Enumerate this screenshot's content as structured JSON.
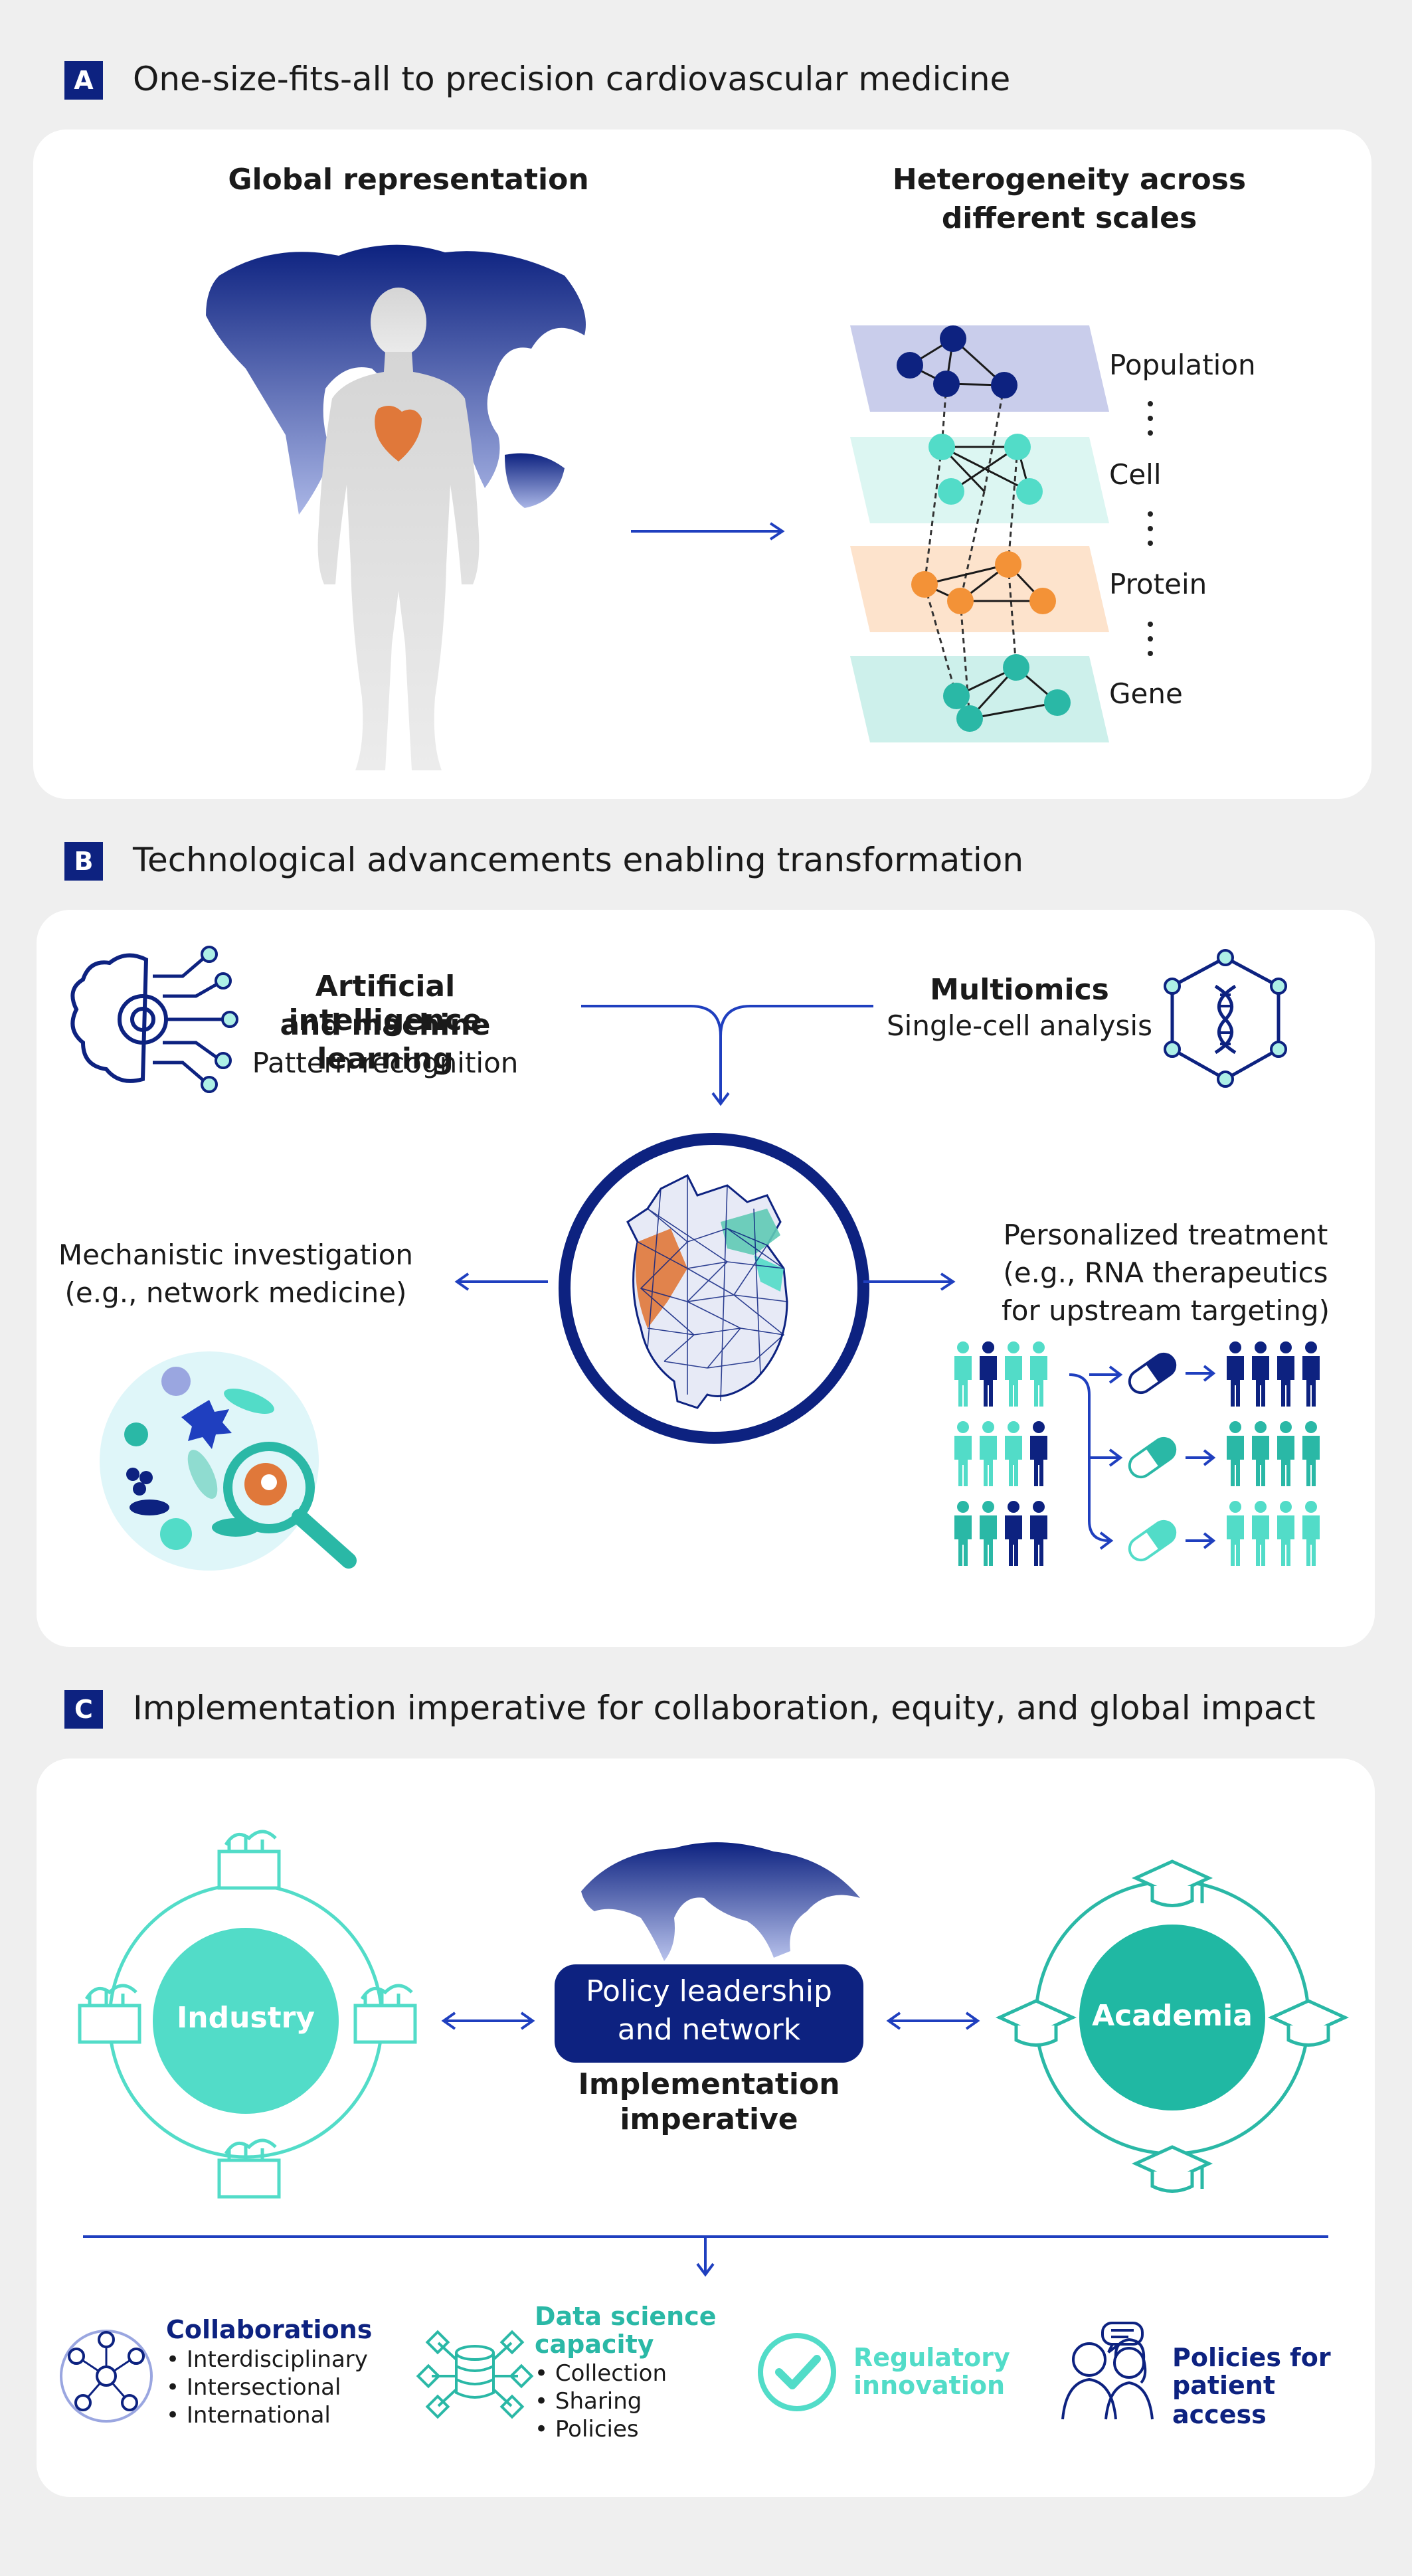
{
  "sections": {
    "a": {
      "badge": "A",
      "title": "One-size-fits-all to precision cardiovascular medicine",
      "global_label": "Global representation",
      "hetero_label_1": "Heterogeneity across",
      "hetero_label_2": "different scales",
      "layers": [
        "Population",
        "Cell",
        "Protein",
        "Gene"
      ]
    },
    "b": {
      "badge": "B",
      "title": "Technological advancements enabling transformation",
      "ai_title_1": "Artificial intelligence",
      "ai_title_2": "and machine learning",
      "ai_sub": "Pattern recognition",
      "omics_title": "Multiomics",
      "omics_sub": "Single-cell analysis",
      "mech_1": "Mechanistic investigation",
      "mech_2": "(e.g., network medicine)",
      "pers_1": "Personalized treatment",
      "pers_2": "(e.g., RNA therapeutics",
      "pers_3": "for upstream targeting)"
    },
    "c": {
      "badge": "C",
      "title": "Implementation imperative for collaboration, equity, and global impact",
      "industry": "Industry",
      "academia": "Academia",
      "policy_1": "Policy leadership",
      "policy_2": "and network",
      "impl_1": "Implementation",
      "impl_2": "imperative",
      "collab_title": "Collaborations",
      "collab_items": [
        "• Interdisciplinary",
        "• Intersectional",
        "• International"
      ],
      "ds_title_1": "Data science",
      "ds_title_2": "capacity",
      "ds_items": [
        "• Collection",
        "• Sharing",
        "• Policies"
      ],
      "reg_1": "Regulatory",
      "reg_2": "innovation",
      "pol_1": "Policies for",
      "pol_2": "patient access"
    }
  },
  "colors": {
    "navy": "#0d2280",
    "blue": "#1f3fbf",
    "teal": "#2ab8a6",
    "mint": "#52dcc8",
    "orange": "#f39237",
    "panel": "#ffffff",
    "background": "#efefef"
  }
}
